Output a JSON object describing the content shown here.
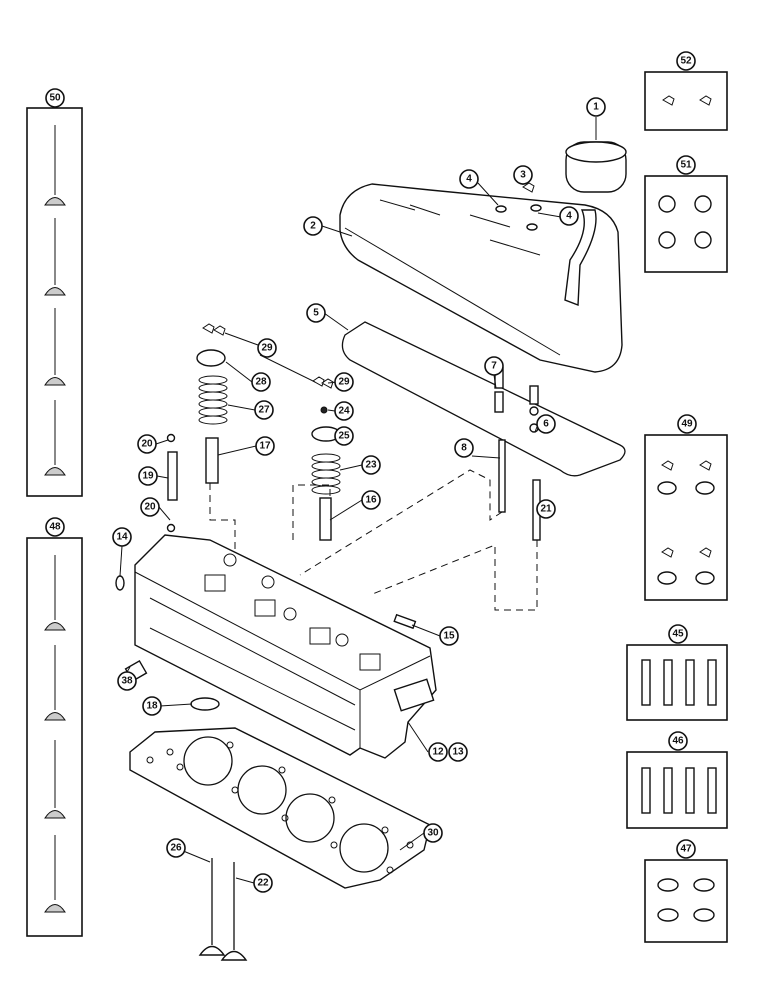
{
  "diagram": {
    "callouts": [
      "1",
      "2",
      "3",
      "4",
      "4",
      "5",
      "6",
      "7",
      "8",
      "12",
      "13",
      "14",
      "15",
      "16",
      "17",
      "18",
      "19",
      "20",
      "20",
      "21",
      "22",
      "23",
      "24",
      "25",
      "26",
      "27",
      "28",
      "29",
      "29",
      "30",
      "38",
      "45",
      "46",
      "47",
      "48",
      "49",
      "50",
      "51",
      "52"
    ],
    "kit_boxes": [
      "50",
      "48",
      "52",
      "51",
      "49",
      "45",
      "46",
      "47"
    ]
  }
}
